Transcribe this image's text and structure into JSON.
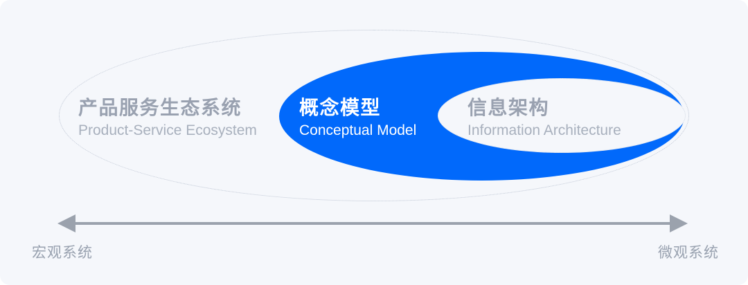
{
  "colors": {
    "page-bg": "#ffffff",
    "panel-bg": "#f5f7fb",
    "blue": "#0169fb",
    "dotted-outline": "#bcc4d2",
    "inner-outline": "#d3d9e4",
    "zh-gray": "#99a1b0",
    "en-gray": "#a8b0bd",
    "white-text": "#ffffff",
    "arrow": "#9ba2ad",
    "axis-label": "#98a1af"
  },
  "ellipses": {
    "outer": {
      "zh": "产品服务生态系统",
      "en": "Product-Service Ecosystem"
    },
    "middle": {
      "zh": "概念模型",
      "en": "Conceptual Model"
    },
    "inner": {
      "zh": "信息架构",
      "en": "Information Architecture"
    }
  },
  "axis": {
    "left": "宏观系统",
    "right": "微观系统"
  }
}
